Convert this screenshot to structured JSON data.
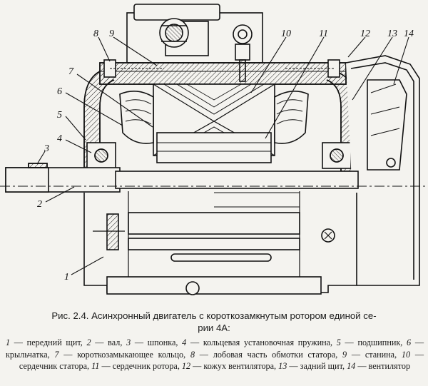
{
  "figure": {
    "callouts": [
      {
        "num": "1",
        "text": "передний щит"
      },
      {
        "num": "2",
        "text": "вал"
      },
      {
        "num": "3",
        "text": "шпонка"
      },
      {
        "num": "4",
        "text": "кольцевая установочная пружина"
      },
      {
        "num": "5",
        "text": "подшипник"
      },
      {
        "num": "6",
        "text": "крыльчатка"
      },
      {
        "num": "7",
        "text": "короткозамыкающее кольцо"
      },
      {
        "num": "8",
        "text": "лобовая часть обмотки статора"
      },
      {
        "num": "9",
        "text": "станина"
      },
      {
        "num": "10",
        "text": "сердечник статора"
      },
      {
        "num": "11",
        "text": "сердечник ротора"
      },
      {
        "num": "12",
        "text": "кожух вентилятора"
      },
      {
        "num": "13",
        "text": "задний щит"
      },
      {
        "num": "14",
        "text": "вентилятор"
      }
    ]
  },
  "caption": {
    "line1": "Рис. 2.4. Асинхронный двигатель с короткозамкнутым ротором единой се-",
    "line2": "рии 4А:"
  },
  "legend": {
    "items": [
      {
        "num": "1",
        "sep": " — ",
        "text": "передний щит, "
      },
      {
        "num": "2",
        "sep": " — ",
        "text": "вал, "
      },
      {
        "num": "3",
        "sep": " — ",
        "text": "шпонка, "
      },
      {
        "num": "4",
        "sep": " — ",
        "text": "кольцевая установочная пружина, "
      },
      {
        "num": "5",
        "sep": " — ",
        "text": "подшипник, "
      },
      {
        "num": "6",
        "sep": " — ",
        "text": "крыльчатка, "
      },
      {
        "num": "7",
        "sep": " — ",
        "text": "короткозамыкающее кольцо, "
      },
      {
        "num": "8",
        "sep": " — ",
        "text": "лобовая часть обмотки статора, "
      },
      {
        "num": "9",
        "sep": " — ",
        "text": "станина, "
      },
      {
        "num": "10",
        "sep": " — ",
        "text": "сердечник статора, "
      },
      {
        "num": "11",
        "sep": " — ",
        "text": "сердечник ротора, "
      },
      {
        "num": "12",
        "sep": " — ",
        "text": "кожух вентилятора, "
      },
      {
        "num": "13",
        "sep": " — ",
        "text": "задний щит, "
      },
      {
        "num": "14",
        "sep": " — ",
        "text": "вентилятор"
      }
    ]
  }
}
